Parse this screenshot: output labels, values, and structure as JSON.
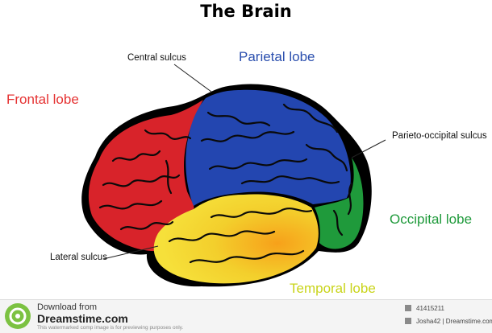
{
  "title": "The Brain",
  "lobes": {
    "frontal": {
      "label": "Frontal lobe",
      "color": "#e53232"
    },
    "parietal": {
      "label": "Parietal lobe",
      "color": "#2b4fae"
    },
    "occipital": {
      "label": "Occipital lobe",
      "color": "#1f9a3b"
    },
    "temporal": {
      "label": "Temporal lobe",
      "color": "#c9d41a"
    }
  },
  "sulci": {
    "central": "Central sulcus",
    "parieto_occipital": "Parieto-occipital sulcus",
    "lateral": "Lateral sulcus"
  },
  "brain_colors": {
    "frontal_fill": "#d8232a",
    "parietal_fill": "#2346b0",
    "occipital_fill": "#1f9a3b",
    "temporal_fill": "#f3d531",
    "outline": "#000000"
  },
  "footer": {
    "download_from": "Download from",
    "site": "Dreamstime.com",
    "disclaimer": "This watermarked comp image is for previewing purposes only.",
    "image_id": "41415211",
    "credit": "Josha42 | Dreamstime.com"
  }
}
